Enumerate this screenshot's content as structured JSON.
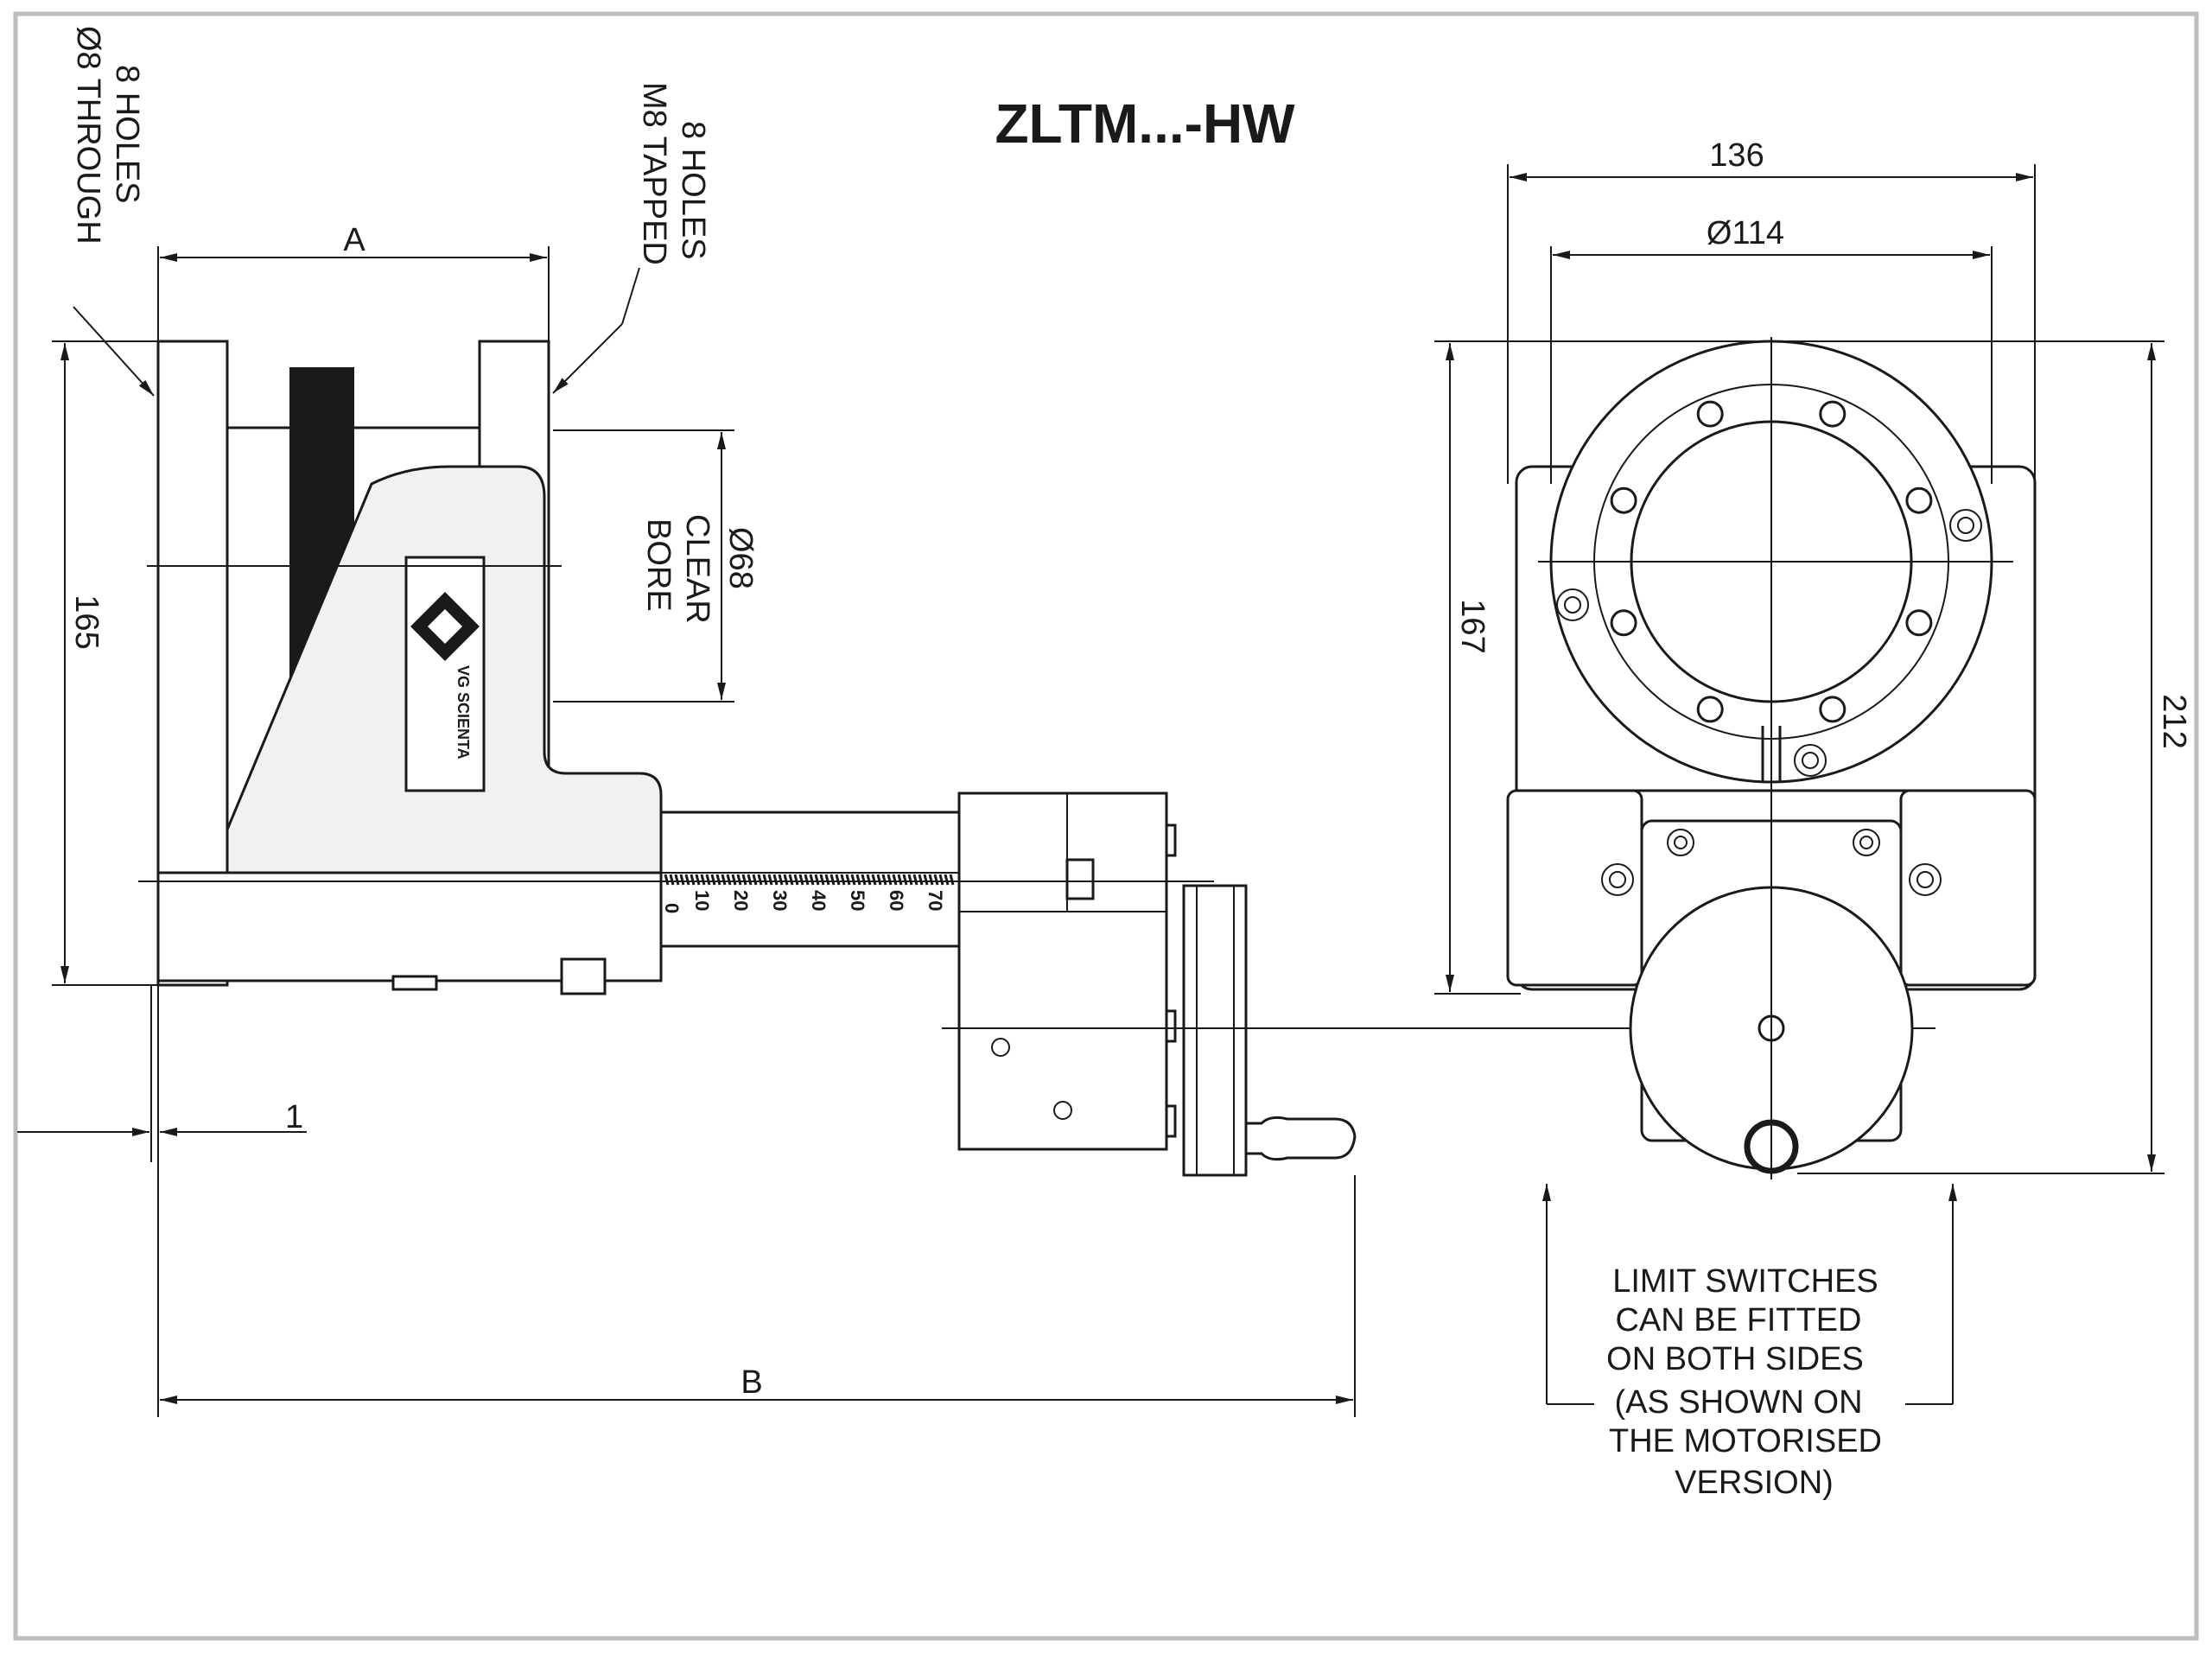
{
  "title": "ZLTM...-HW",
  "dimensions": {
    "a": "A",
    "b": "B",
    "d165": "165",
    "d1": "1",
    "d136": "136",
    "d114": "Ø114",
    "d167": "167",
    "d212": "212"
  },
  "notes": {
    "holes_through": [
      "8 HOLES",
      "Ø8 THROUGH"
    ],
    "holes_tapped": [
      "8 HOLES",
      "M8 TAPPED"
    ],
    "bore": [
      "Ø68",
      "CLEAR",
      "BORE"
    ],
    "limit_switches": [
      "LIMIT SWITCHES",
      "CAN BE FITTED",
      "ON BOTH SIDES",
      "(AS SHOWN ON",
      "THE MOTORISED",
      "VERSION)"
    ]
  },
  "scale_labels": [
    "0",
    "10",
    "20",
    "30",
    "40",
    "50",
    "60",
    "70"
  ],
  "logo_text": "VG SCIENTA"
}
